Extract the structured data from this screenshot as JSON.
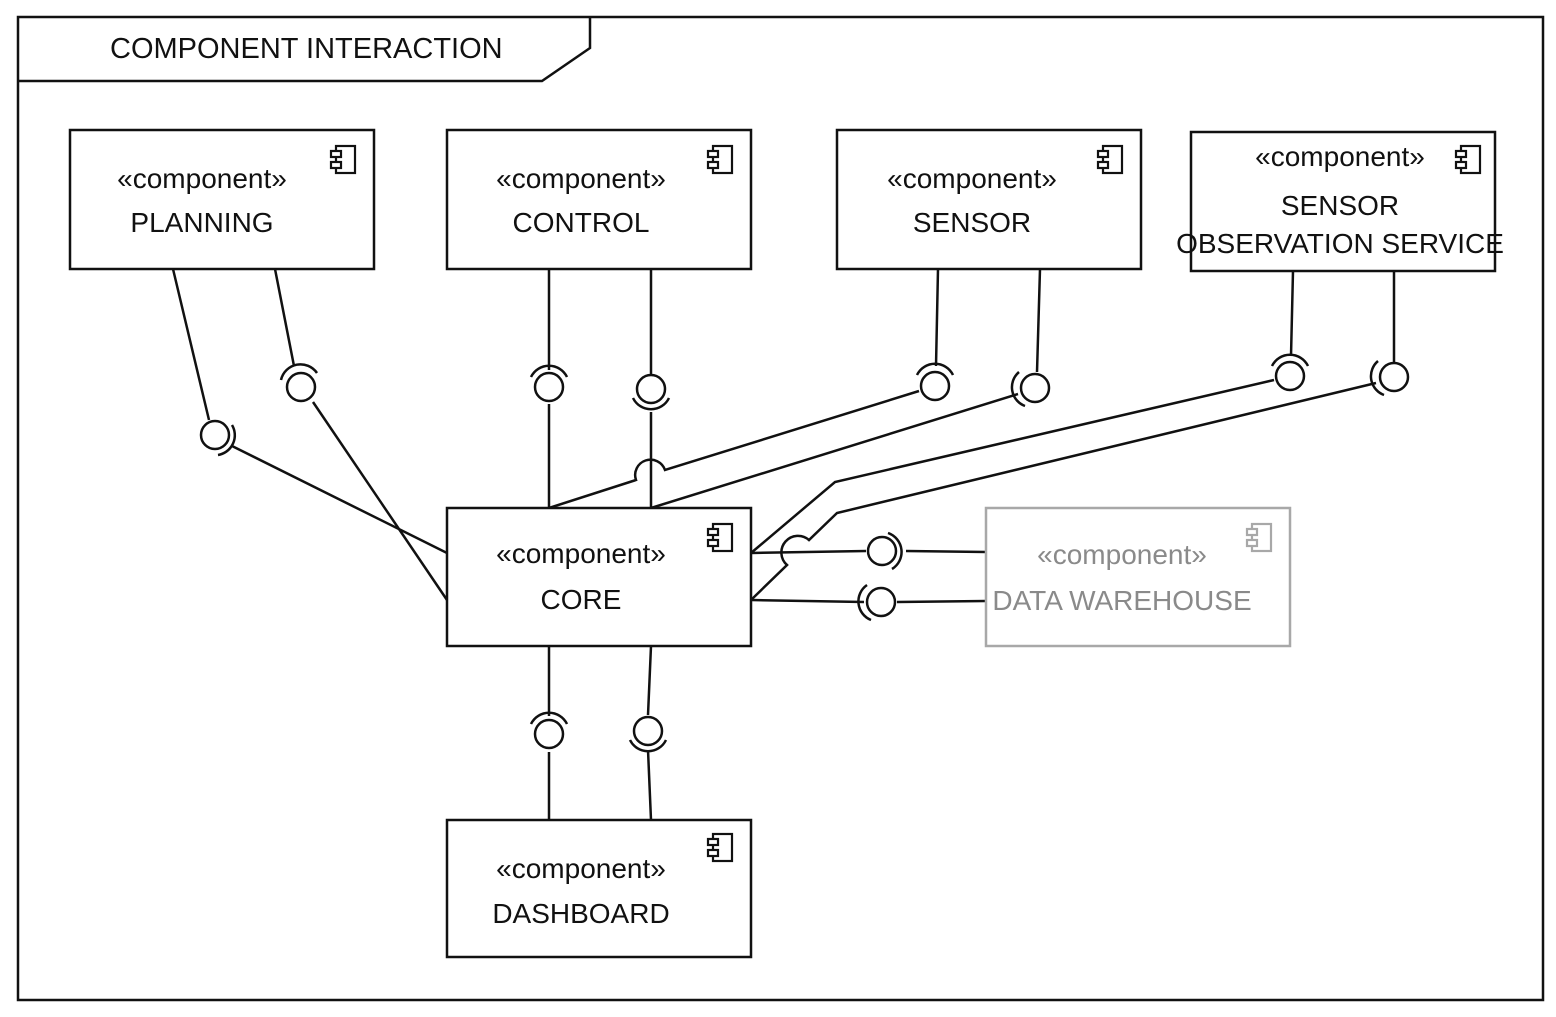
{
  "frame": {
    "title": "COMPONENT INTERACTION"
  },
  "stereotype": "«component»",
  "components": {
    "planning": {
      "name": "PLANNING"
    },
    "control": {
      "name": "CONTROL"
    },
    "sensor": {
      "name": "SENSOR"
    },
    "sos": {
      "name_line1": "SENSOR",
      "name_line2": "OBSERVATION SERVICE"
    },
    "core": {
      "name": "CORE"
    },
    "data_warehouse": {
      "name": "DATA WAREHOUSE",
      "style": "greyed-out"
    },
    "dashboard": {
      "name": "DASHBOARD"
    }
  },
  "icons": {
    "component_icon": "component-glyph-icon"
  },
  "colors": {
    "line": "#111111",
    "muted_box": "#a8a8a8",
    "muted_text": "#8a8a8a",
    "background": "#ffffff"
  }
}
